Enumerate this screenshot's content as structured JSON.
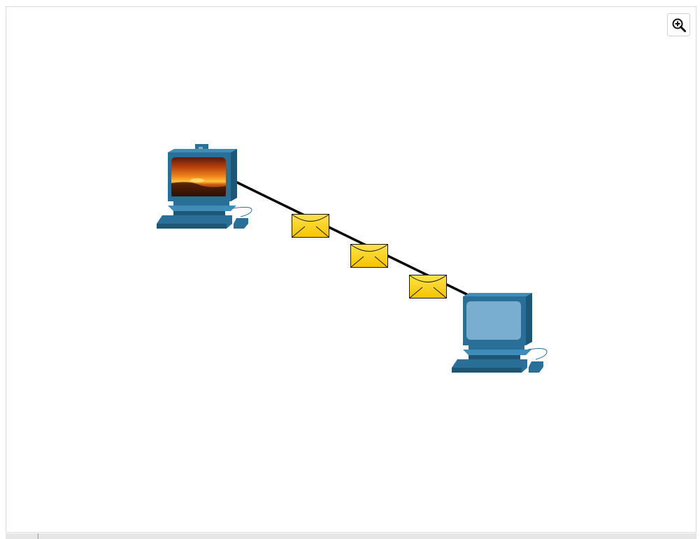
{
  "diagram": {
    "type": "network-topology",
    "nodes": [
      {
        "id": "pc-with-image",
        "kind": "desktop-computer",
        "screen": "sunset-photo"
      },
      {
        "id": "pc-plain",
        "kind": "desktop-computer",
        "screen": "blank"
      }
    ],
    "links": [
      {
        "from": "pc-with-image",
        "to": "pc-plain",
        "style": "solid"
      }
    ],
    "messages": [
      {
        "kind": "envelope"
      },
      {
        "kind": "envelope"
      },
      {
        "kind": "envelope"
      }
    ]
  },
  "toolbar": {
    "zoom_icon": "zoom-in-icon"
  },
  "colors": {
    "computer_body": "#2a6f97",
    "computer_dark": "#1d5778",
    "computer_light": "#3f8cb9",
    "screen_blank": "#7aaed0",
    "envelope_fill": "#ffd200",
    "link": "#000000"
  }
}
